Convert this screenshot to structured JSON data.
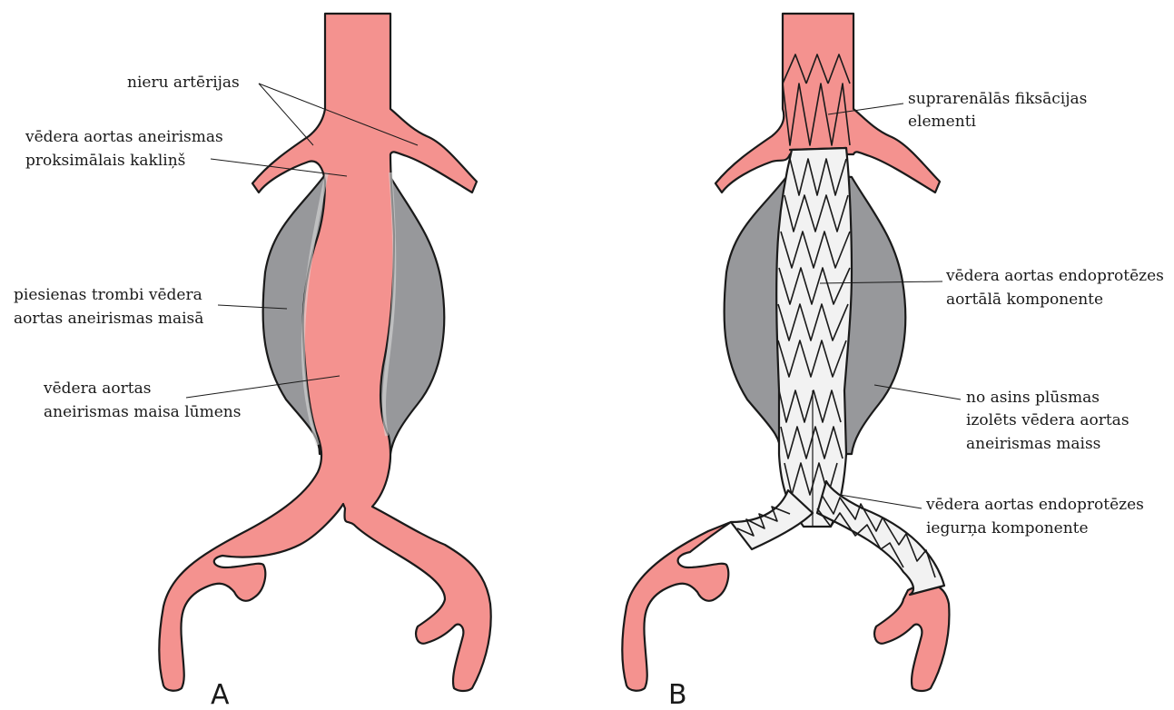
{
  "colors": {
    "vessel": "#f4928f",
    "vessel_dark": "#ee7b78",
    "thrombus": "#97989b",
    "stent_graft": "#f2f2f2",
    "outline": "#1a1a1a"
  },
  "panel_a": {
    "letter": "A",
    "labels": {
      "renal_arteries": "nieru artērijas",
      "proximal_neck_line1": "vēdera aortas aneirismas",
      "proximal_neck_line2": "proksimālais kakliņš",
      "thrombus_line1": "piesienas trombi vēdera",
      "thrombus_line2": "aortas aneirismas maisā",
      "lumen_line1": "vēdera aortas",
      "lumen_line2": "aneirismas maisa lūmens"
    }
  },
  "panel_b": {
    "letter": "B",
    "labels": {
      "suprarenal_line1": "suprarenālās fiksācijas",
      "suprarenal_line2": "elementi",
      "aortic_component_line1": "vēdera aortas endoprotēzes",
      "aortic_component_line2": "aortālā komponente",
      "excluded_sac_line1": "no asins plūsmas",
      "excluded_sac_line2": "izolēts vēdera aortas",
      "excluded_sac_line3": "aneirismas maiss",
      "iliac_component_line1": "vēdera aortas endoprotēzes",
      "iliac_component_line2": "iegurņa komponente"
    }
  }
}
